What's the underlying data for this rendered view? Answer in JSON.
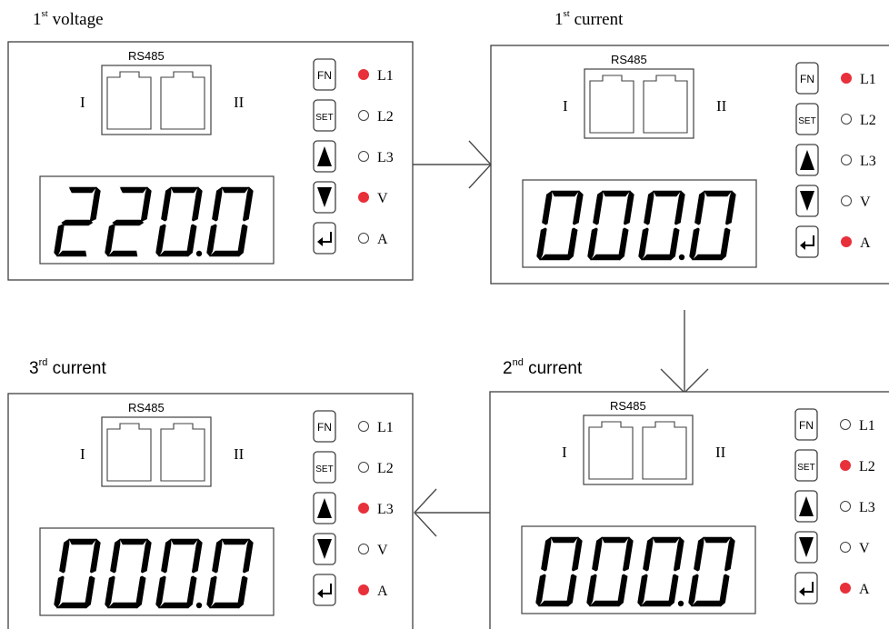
{
  "captions": [
    {
      "num": "1",
      "suffix": "st",
      "text": " voltage",
      "font": "serif"
    },
    {
      "num": "1",
      "suffix": "st",
      "text": " current",
      "font": "serif"
    },
    {
      "num": "2",
      "suffix": "nd",
      "text": " current",
      "font": "sans"
    },
    {
      "num": "3",
      "suffix": "rd",
      "text": " current",
      "font": "sans"
    }
  ],
  "panels": [
    {
      "display": [
        "2",
        "2",
        "0",
        "0"
      ],
      "active": [
        "L1",
        "V"
      ]
    },
    {
      "display": [
        "0",
        "0",
        "0",
        "0"
      ],
      "active": [
        "L1",
        "A"
      ]
    },
    {
      "display": [
        "0",
        "0",
        "0",
        "0"
      ],
      "active": [
        "L2",
        "A"
      ]
    },
    {
      "display": [
        "0",
        "0",
        "0",
        "0"
      ],
      "active": [
        "L3",
        "A"
      ]
    }
  ],
  "port_label": "RS485",
  "port_numbers": [
    "I",
    "II"
  ],
  "buttons": [
    {
      "label": "FN",
      "icon": ""
    },
    {
      "label": "SET",
      "icon": ""
    },
    {
      "label": "",
      "icon": "up-triangle-icon"
    },
    {
      "label": "",
      "icon": "down-triangle-icon"
    },
    {
      "label": "",
      "icon": "enter-arrow-icon"
    }
  ],
  "indicators": [
    "L1",
    "L2",
    "L3",
    "V",
    "A"
  ],
  "colors": {
    "led_on": "#e8303a",
    "led_off": "#ffffff",
    "stroke": "#404040",
    "segment": "#000000"
  }
}
